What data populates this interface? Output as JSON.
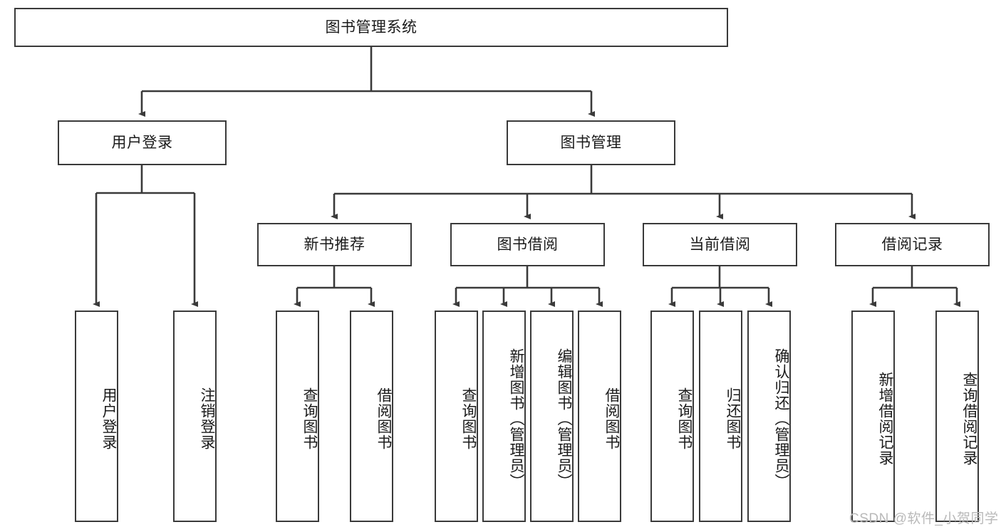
{
  "diagram": {
    "type": "tree-hierarchy-chart",
    "title_node": {
      "label": "图书管理系统"
    },
    "level2": [
      {
        "id": "user-login",
        "label": "用户登录"
      },
      {
        "id": "book-management",
        "label": "图书管理"
      }
    ],
    "level3": [
      {
        "id": "new-book-recommend",
        "label": "新书推荐",
        "parent": "book-management"
      },
      {
        "id": "book-borrow",
        "label": "图书借阅",
        "parent": "book-management"
      },
      {
        "id": "current-borrow",
        "label": "当前借阅",
        "parent": "book-management"
      },
      {
        "id": "borrow-record",
        "label": "借阅记录",
        "parent": "book-management"
      }
    ],
    "leaves": [
      {
        "id": "leaf-user-login",
        "label": "用户登录",
        "parent": "user-login"
      },
      {
        "id": "leaf-logout",
        "label": "注销登录",
        "parent": "user-login"
      },
      {
        "id": "leaf-query-book-1",
        "label": "查询图书",
        "parent": "new-book-recommend"
      },
      {
        "id": "leaf-borrow-book-1",
        "label": "借阅图书",
        "parent": "new-book-recommend"
      },
      {
        "id": "leaf-query-book-2",
        "label": "查询图书",
        "parent": "book-borrow"
      },
      {
        "id": "leaf-add-book",
        "label": "新增图书（管理员）",
        "parent": "book-borrow"
      },
      {
        "id": "leaf-edit-book",
        "label": "编辑图书（管理员）",
        "parent": "book-borrow"
      },
      {
        "id": "leaf-borrow-book-2",
        "label": "借阅图书",
        "parent": "book-borrow"
      },
      {
        "id": "leaf-query-book-3",
        "label": "查询图书",
        "parent": "current-borrow"
      },
      {
        "id": "leaf-return-book",
        "label": "归还图书",
        "parent": "current-borrow"
      },
      {
        "id": "leaf-confirm-return",
        "label": "确认归还（管理员）",
        "parent": "current-borrow"
      },
      {
        "id": "leaf-add-record",
        "label": "新增借阅记录",
        "parent": "borrow-record"
      },
      {
        "id": "leaf-query-record",
        "label": "查询借阅记录",
        "parent": "borrow-record"
      }
    ],
    "colors": {
      "stroke": "#3a3a3a",
      "fill": "#ffffff",
      "text": "#1a1a1a",
      "watermark": "#b9b9b9"
    }
  },
  "watermark": {
    "text": "CSDN @软件_小贺同学"
  }
}
